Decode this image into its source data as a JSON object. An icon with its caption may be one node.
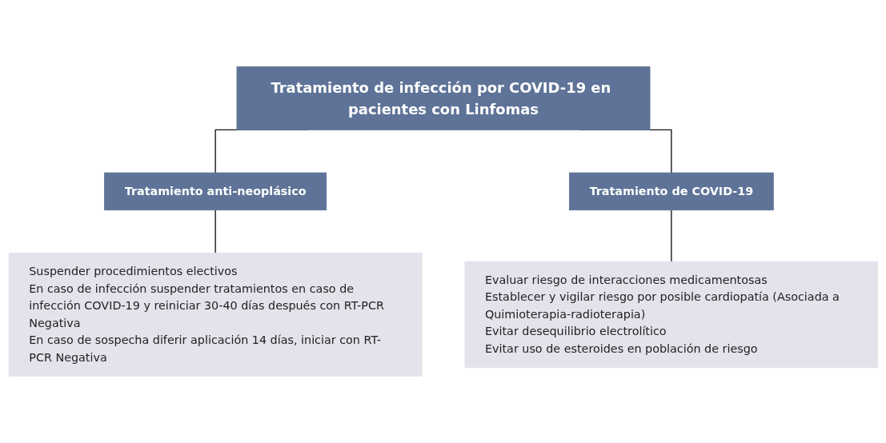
{
  "diagram": {
    "nodes": [
      {
        "text": [
          "Tratamiento de infección por COVID-19 en pacientes con Linfomas"
        ]
      },
      {
        "text": [
          "Tratamiento anti-neoplásico"
        ]
      },
      {
        "text": [
          "Tratamiento de COVID-19"
        ]
      },
      {
        "text": [
          "Suspender procedimientos electivos",
          "En caso de infección suspender tratamientos en caso de infección COVID-19 y reiniciar 30-40 días después con RT-PCR Negativa",
          "En caso de sospecha diferir aplicación 14 días, iniciar con RT-PCR Negativa"
        ]
      },
      {
        "text": [
          "Evaluar riesgo de interacciones medicamentosas",
          "Establecer y vigilar riesgo por posible cardiopatía (Asociada a Quimioterapia-radioterapia)",
          "Evitar desequilibrio electrolítico",
          "Evitar uso de esteroides en población de riesgo"
        ]
      }
    ],
    "edges": [
      {
        "from": 0,
        "to": 1,
        "arrow": "none"
      },
      {
        "from": 0,
        "to": 2,
        "arrow": "none"
      },
      {
        "from": 1,
        "to": 3,
        "arrow": "none"
      },
      {
        "from": 2,
        "to": 4,
        "arrow": "none"
      }
    ]
  }
}
